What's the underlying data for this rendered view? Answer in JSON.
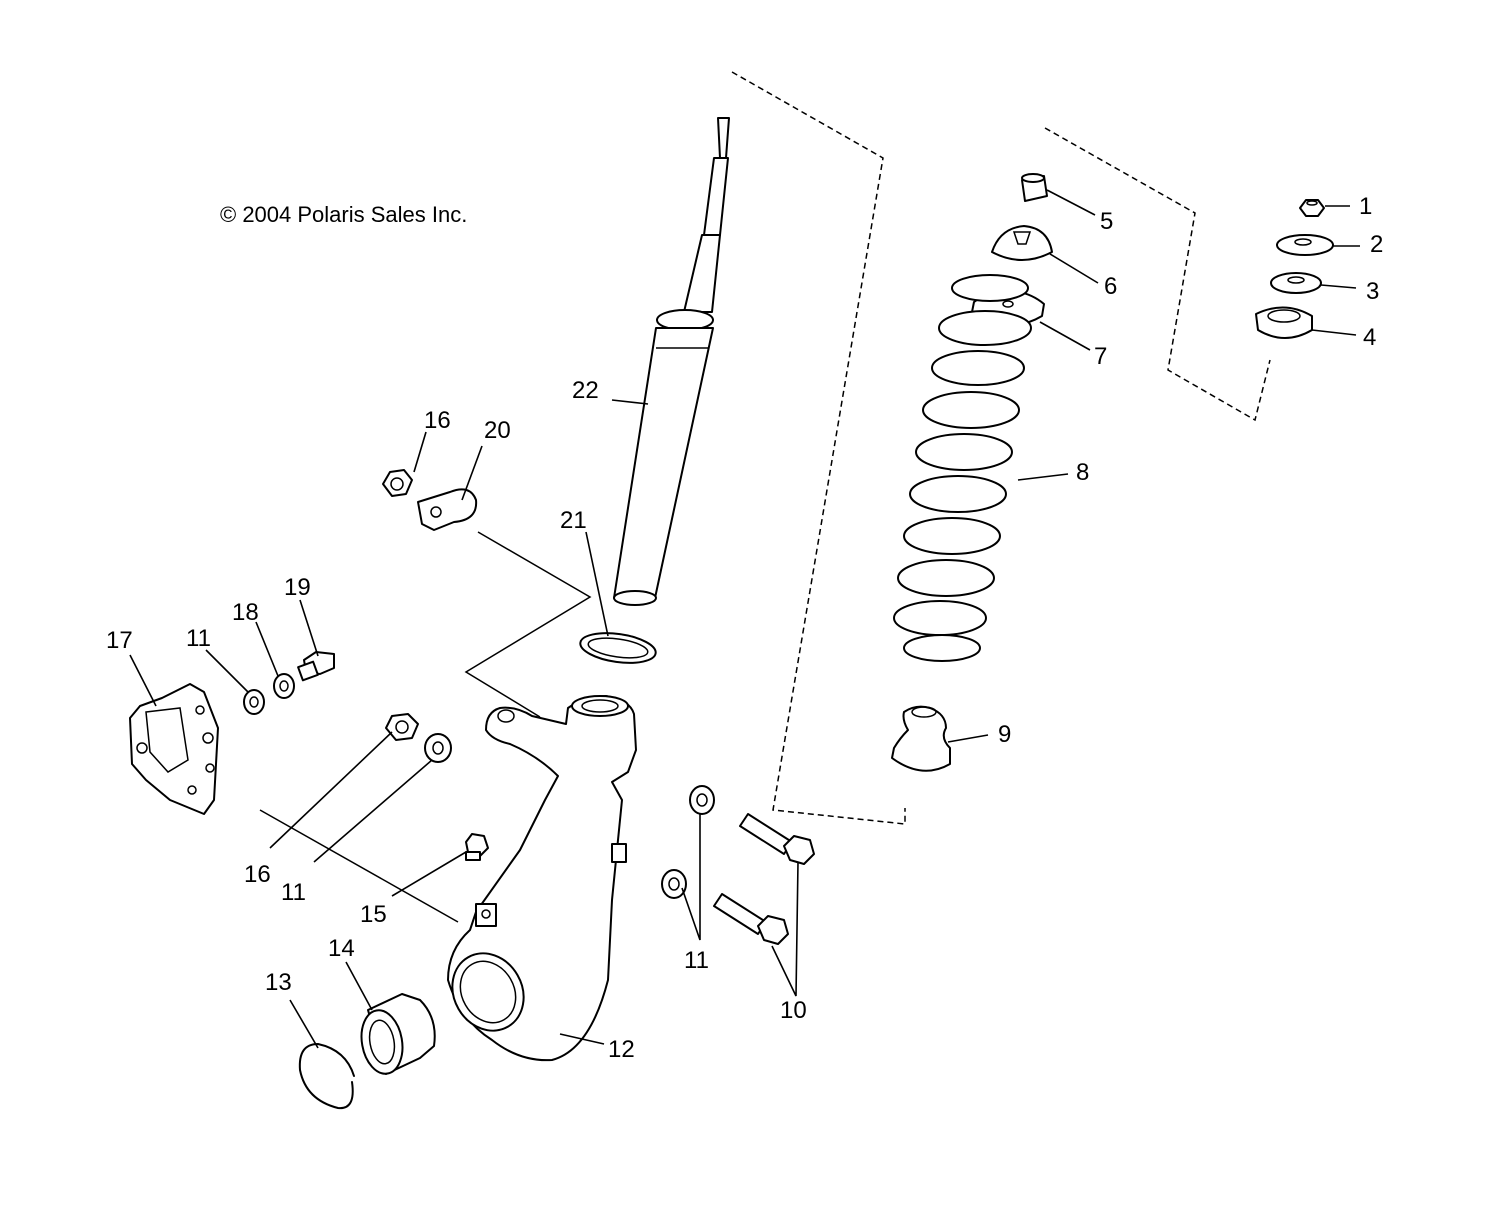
{
  "copyright": "© 2004 Polaris Sales Inc.",
  "callouts": {
    "c1": "1",
    "c2": "2",
    "c3": "3",
    "c4": "4",
    "c5": "5",
    "c6": "6",
    "c7": "7",
    "c8": "8",
    "c9": "9",
    "c10": "10",
    "c11a": "11",
    "c11b": "11",
    "c11c": "11",
    "c12": "12",
    "c13": "13",
    "c14": "14",
    "c15": "15",
    "c16a": "16",
    "c16b": "16",
    "c17": "17",
    "c18": "18",
    "c19": "19",
    "c20": "20",
    "c21": "21",
    "c22": "22"
  }
}
